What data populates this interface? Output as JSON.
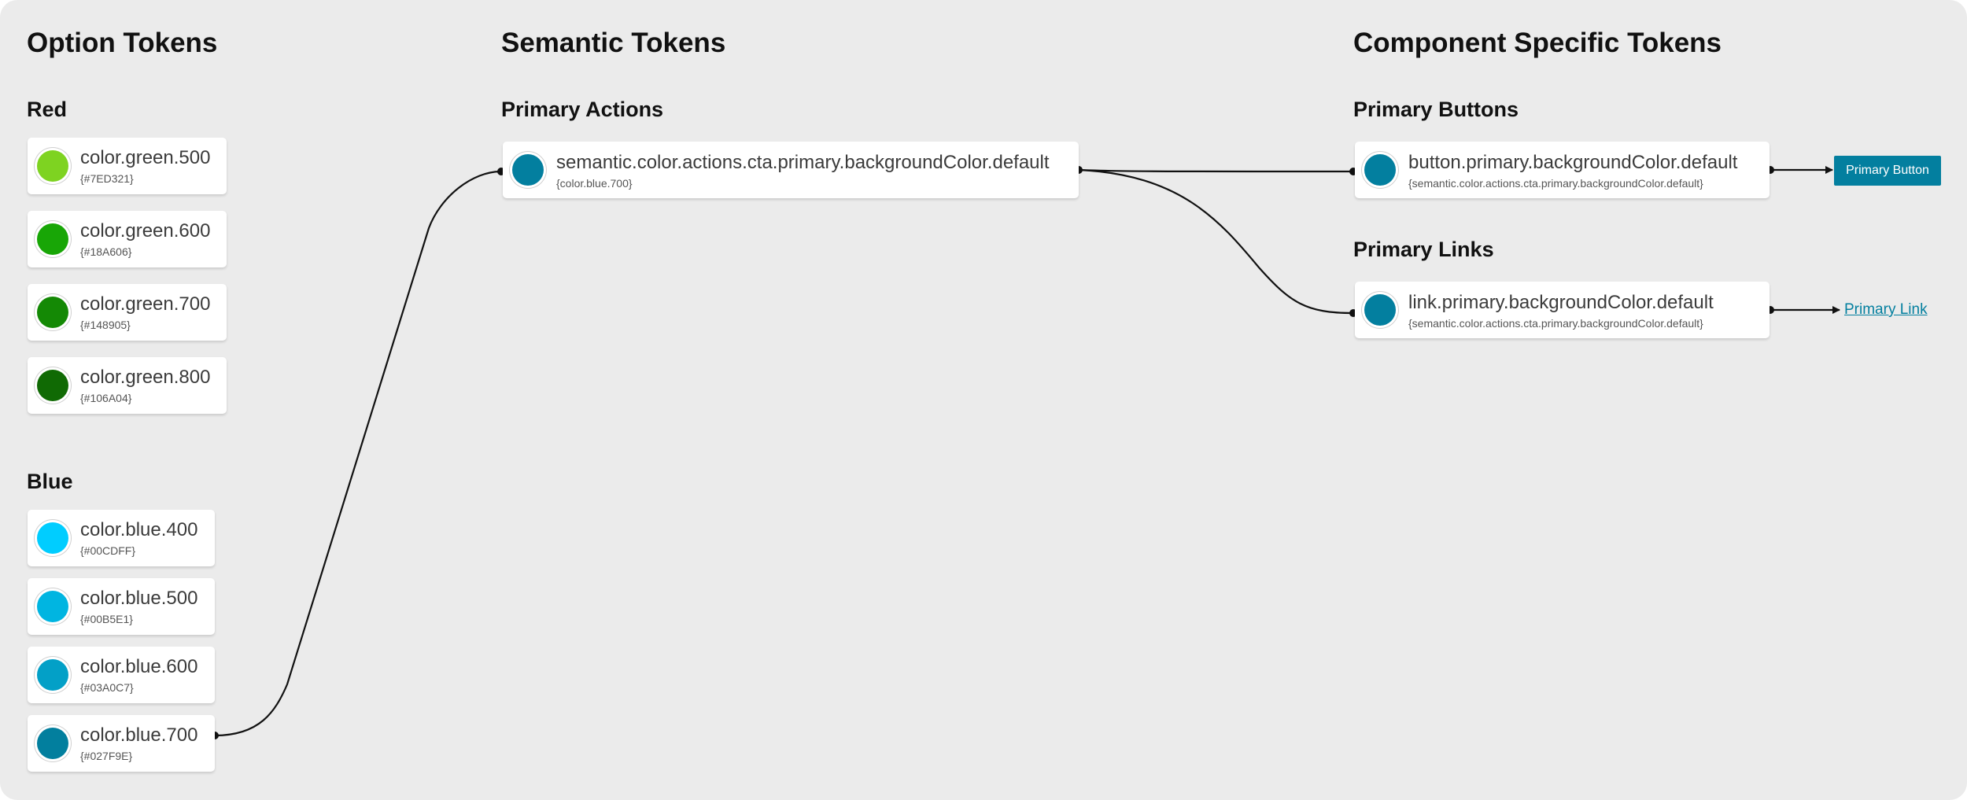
{
  "columns": {
    "option": "Option Tokens",
    "semantic": "Semantic Tokens",
    "component": "Component Specific Tokens"
  },
  "option_groups": [
    {
      "title": "Red",
      "tokens": [
        {
          "name": "color.green.500",
          "ref": "{#7ED321}",
          "color": "#7ED321"
        },
        {
          "name": "color.green.600",
          "ref": "{#18A606}",
          "color": "#18A606"
        },
        {
          "name": "color.green.700",
          "ref": "{#148905}",
          "color": "#148905"
        },
        {
          "name": "color.green.800",
          "ref": "{#106A04}",
          "color": "#106A04"
        }
      ]
    },
    {
      "title": "Blue",
      "tokens": [
        {
          "name": "color.blue.400",
          "ref": "{#00CDFF}",
          "color": "#00CDFF"
        },
        {
          "name": "color.blue.500",
          "ref": "{#00B5E1}",
          "color": "#00B5E1"
        },
        {
          "name": "color.blue.600",
          "ref": "{#03A0C7}",
          "color": "#03A0C7"
        },
        {
          "name": "color.blue.700",
          "ref": "{#027F9E}",
          "color": "#027F9E"
        }
      ]
    }
  ],
  "semantic_groups": [
    {
      "title": "Primary Actions",
      "tokens": [
        {
          "name": "semantic.color.actions.cta.primary.backgroundColor.default",
          "ref": "{color.blue.700}",
          "color": "#037F9F"
        }
      ]
    }
  ],
  "component_groups": [
    {
      "title": "Primary Buttons",
      "tokens": [
        {
          "name": "button.primary.backgroundColor.default",
          "ref": "{semantic.color.actions.cta.primary.backgroundColor.default}",
          "color": "#037F9F"
        }
      ],
      "preview": {
        "type": "button",
        "label": "Primary Button"
      }
    },
    {
      "title": "Primary Links",
      "tokens": [
        {
          "name": "link.primary.backgroundColor.default",
          "ref": "{semantic.color.actions.cta.primary.backgroundColor.default}",
          "color": "#037F9F"
        }
      ],
      "preview": {
        "type": "link",
        "label": "Primary Link"
      }
    }
  ],
  "connections": [
    {
      "from": "color.blue.700",
      "to": "semantic.color.actions.cta.primary.backgroundColor.default"
    },
    {
      "from": "semantic.color.actions.cta.primary.backgroundColor.default",
      "to": "button.primary.backgroundColor.default"
    },
    {
      "from": "semantic.color.actions.cta.primary.backgroundColor.default",
      "to": "link.primary.backgroundColor.default"
    },
    {
      "from": "button.primary.backgroundColor.default",
      "to": "Primary Button"
    },
    {
      "from": "link.primary.backgroundColor.default",
      "to": "Primary Link"
    }
  ]
}
